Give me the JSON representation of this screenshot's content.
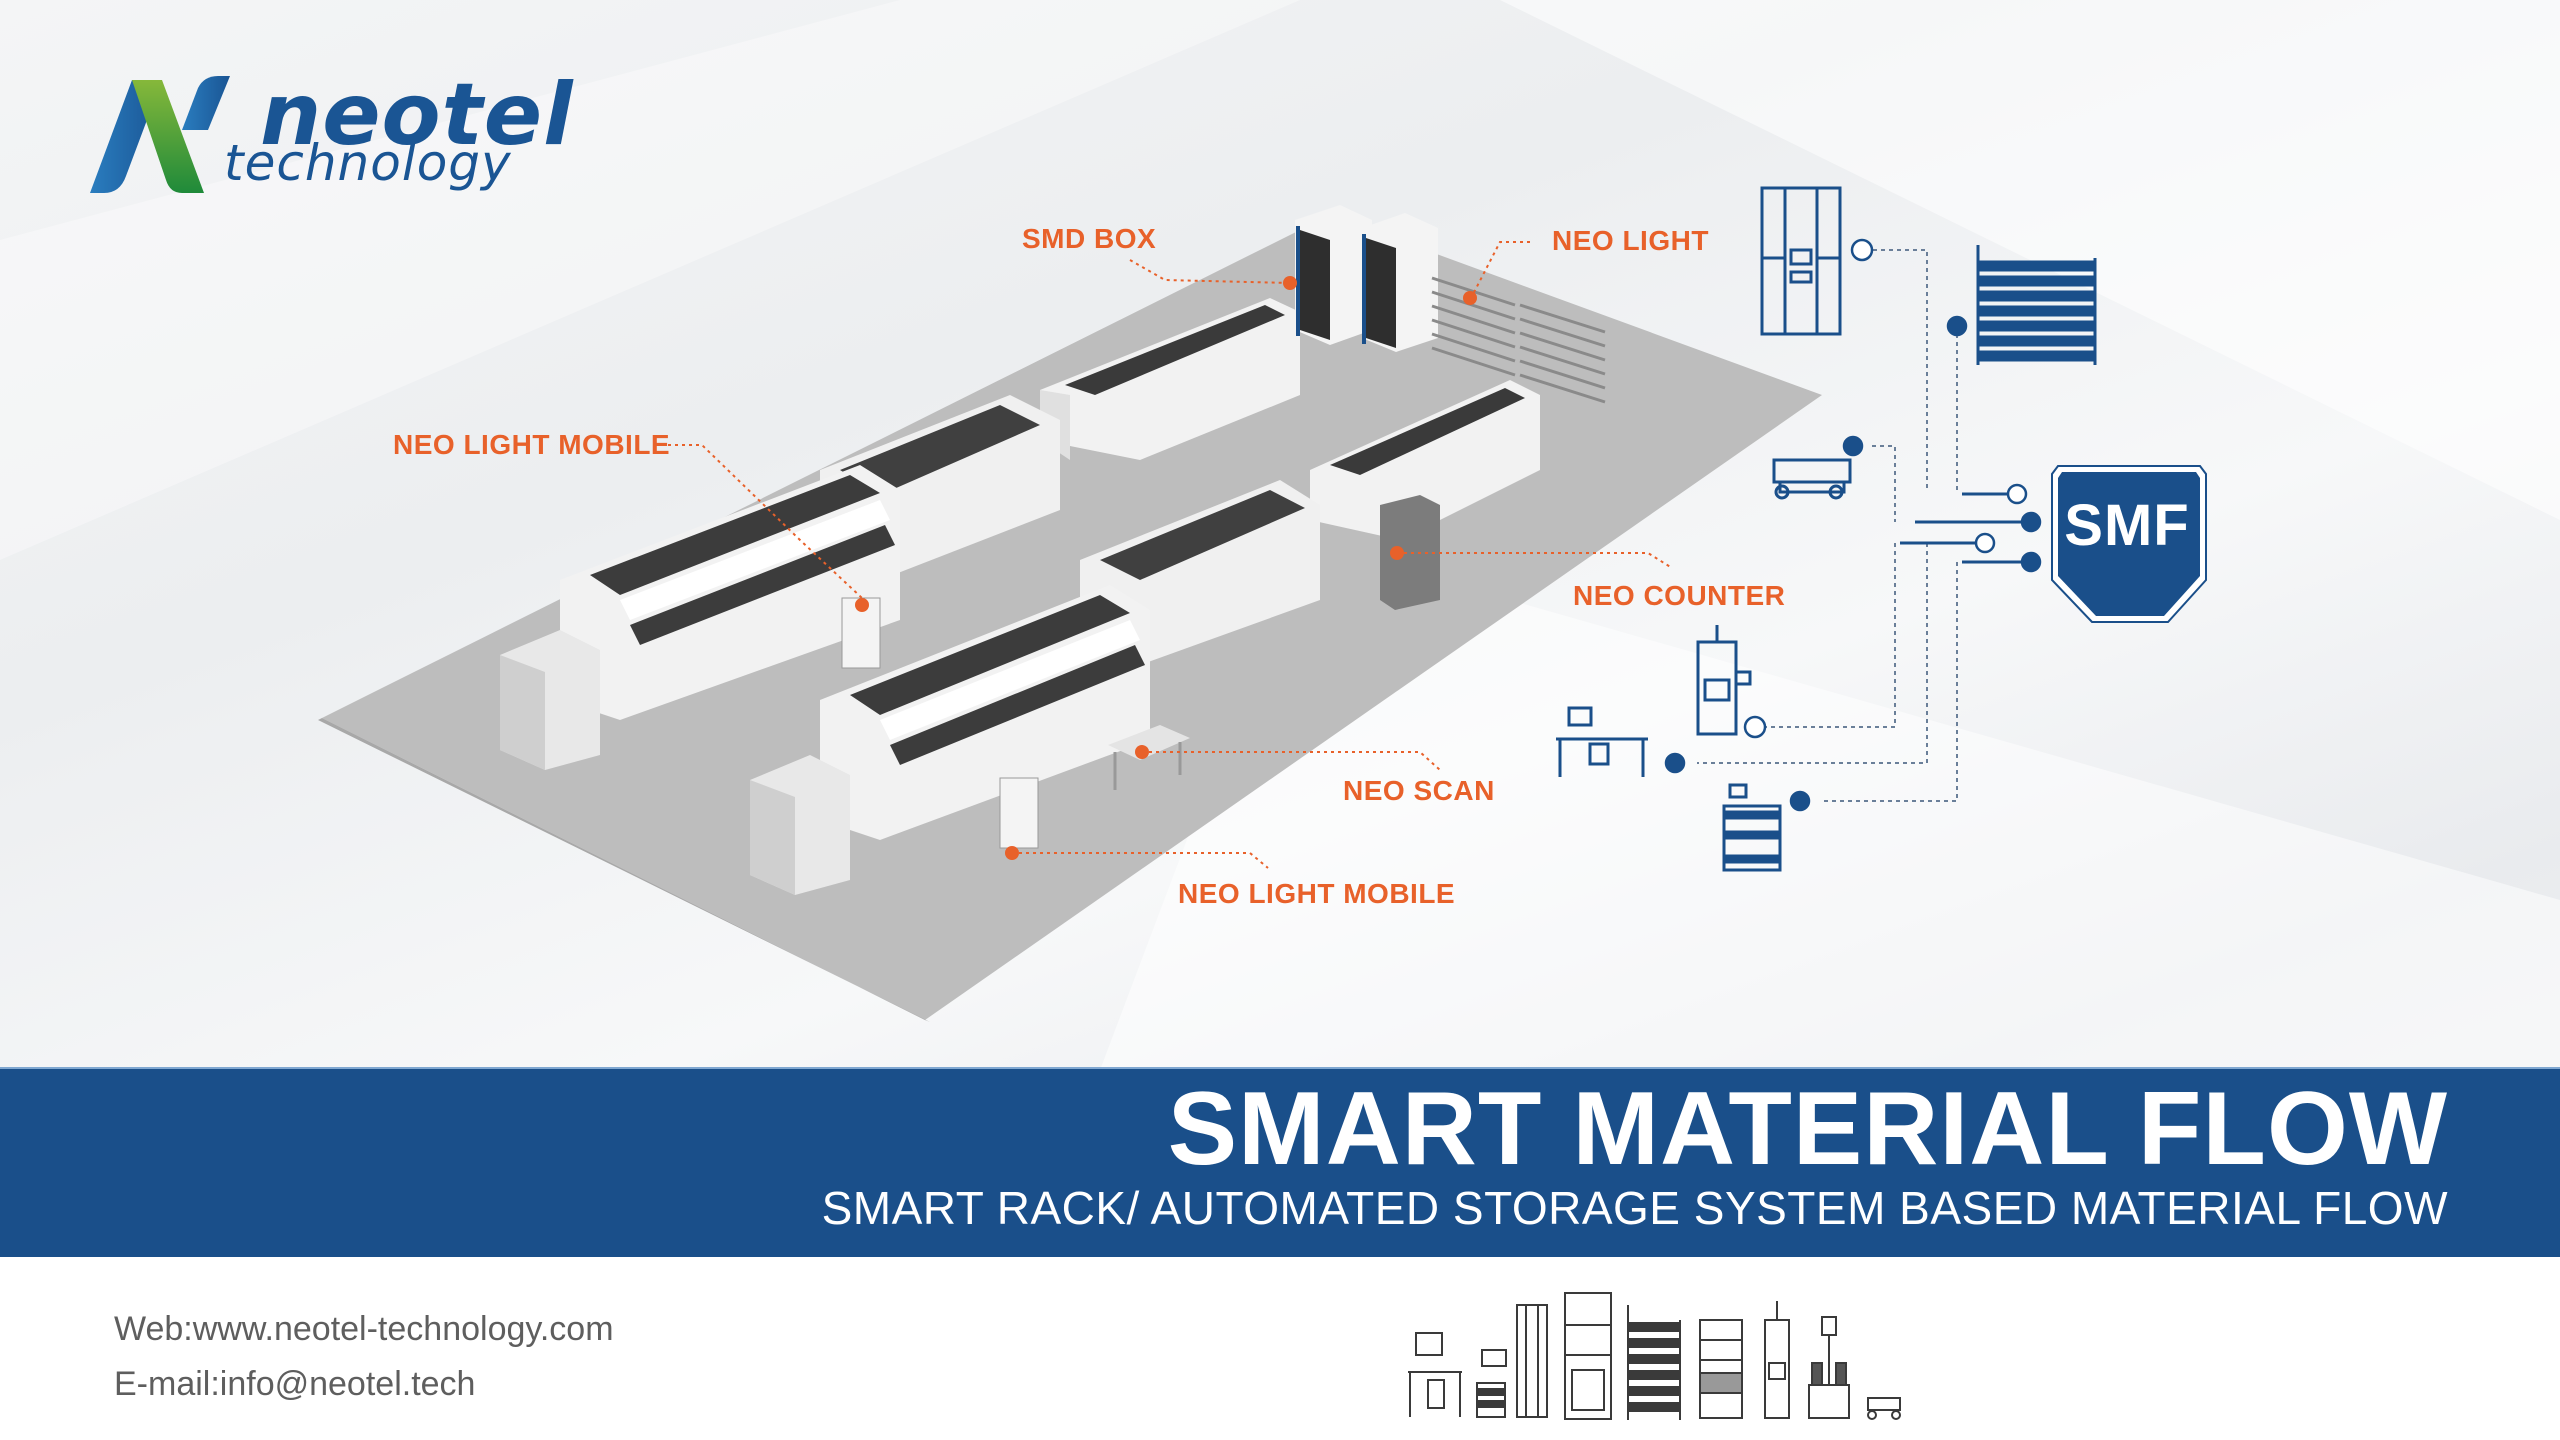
{
  "brand": {
    "name_line_1": "neotel",
    "name_line_2": "technology",
    "colors": {
      "primary_blue": "#1a4f8a",
      "logo_blue": "#1a5594",
      "logo_green": "#3a9a3a",
      "accent_orange": "#e8612a",
      "floor_grey": "#b9b9b9"
    }
  },
  "callouts": [
    {
      "id": "smd-box",
      "label": "SMD BOX"
    },
    {
      "id": "neo-light",
      "label": "NEO LIGHT"
    },
    {
      "id": "neo-light-mobile-top",
      "label": "NEO LIGHT MOBILE"
    },
    {
      "id": "neo-counter",
      "label": "NEO  COUNTER"
    },
    {
      "id": "neo-scan",
      "label": "NEO SCAN"
    },
    {
      "id": "neo-light-mobile-bottom",
      "label": "NEO LIGHT MOBILE"
    }
  ],
  "network": {
    "hub_label": "SMF",
    "nodes": [
      {
        "device": "automated-storage-tower-icon",
        "connector": "open"
      },
      {
        "device": "smart-rack-icon",
        "connector": "filled"
      },
      {
        "device": "agv-robot-icon",
        "connector": "filled"
      },
      {
        "device": "x-ray-counter-icon",
        "connector": "open"
      },
      {
        "device": "scan-workstation-icon",
        "connector": "filled"
      },
      {
        "device": "mobile-cart-icon",
        "connector": "filled"
      }
    ],
    "hub_ports": [
      "open",
      "filled",
      "open",
      "filled"
    ]
  },
  "banner": {
    "title": "SMART MATERIAL FLOW",
    "subtitle": "SMART RACK/ AUTOMATED STORAGE SYSTEM BASED  MATERIAL FLOW"
  },
  "footer": {
    "web": "Web:www.neotel-technology.com",
    "email": "E-mail:info@neotel.tech",
    "product_icons": [
      "scan-workstation-icon",
      "mobile-cart-icon",
      "storage-tower-icon",
      "large-storage-system-icon",
      "smart-rack-icon",
      "feeder-rack-icon",
      "x-ray-counter-icon",
      "reel-tower-icon",
      "agv-robot-icon"
    ]
  }
}
